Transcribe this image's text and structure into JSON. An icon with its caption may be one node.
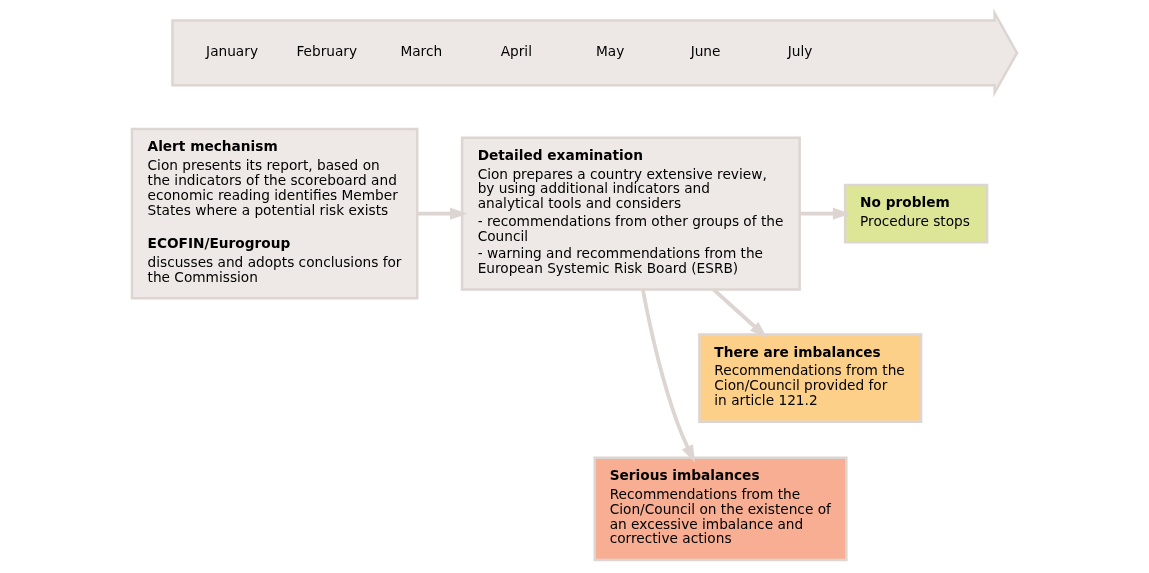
{
  "diagram": {
    "nodes": [
      {
        "text": [
          "January",
          "February",
          "March",
          "April",
          "May",
          "June",
          "July"
        ]
      },
      {
        "text": [
          "Alert mechanism",
          "Cion presents its report, based on the indicators of the scoreboard and economic reading identifies Member States where a potential risk exists",
          "ECOFIN/Eurogroup",
          "discusses and adopts conclusions for the Commission"
        ]
      },
      {
        "text": [
          "Detailed examination",
          "Cion prepares a country extensive review, by using additional indicators and analytical tools and considers",
          "- recommendations from other groups of the Council",
          "- warning and recommendations from the European Systemic Risk Board (ESRB)"
        ]
      },
      {
        "text": [
          "No problem",
          "Procedure stops"
        ]
      },
      {
        "text": [
          "There are imbalances",
          "Recommendations from the Cion/Council provided for in article 121.2"
        ]
      },
      {
        "text": [
          "Serious imbalances",
          "Recommendations from the Cion/Council on the existence of an excessive imbalance and corrective actions"
        ]
      }
    ],
    "edges": [
      {
        "from": 1,
        "to": 2,
        "arrow": "to"
      },
      {
        "from": 2,
        "to": 3,
        "arrow": "to"
      },
      {
        "from": 2,
        "to": 4,
        "arrow": "to"
      },
      {
        "from": 2,
        "to": 5,
        "arrow": "to"
      }
    ]
  }
}
